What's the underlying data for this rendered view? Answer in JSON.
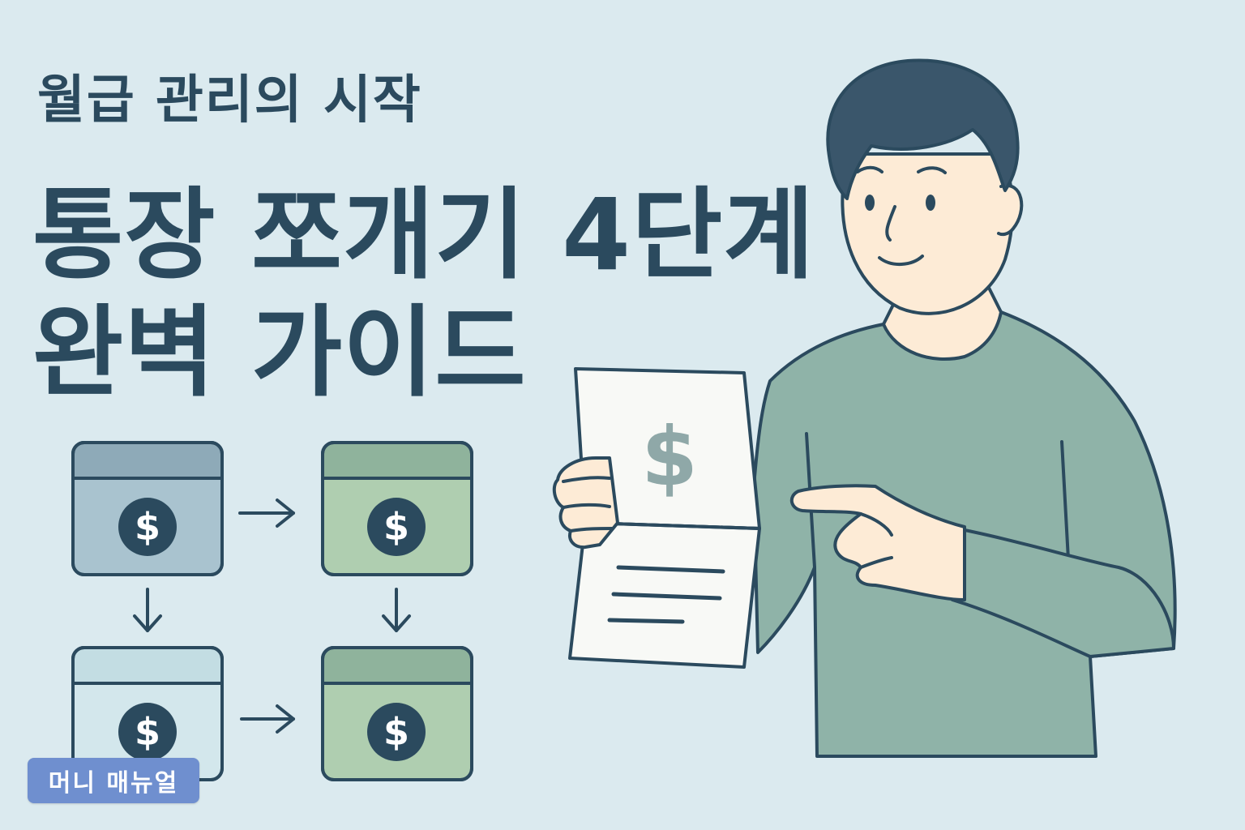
{
  "header": {
    "subtitle": "월급 관리의 시작",
    "title_line1": "통장 쪼개기 4단계",
    "title_line2": "완벽 가이드"
  },
  "flow": {
    "currency_symbol": "$",
    "accounts": [
      {
        "position": "top-left",
        "header_color": "#8eaab8",
        "body_color": "#a9c3cf"
      },
      {
        "position": "top-right",
        "header_color": "#8fb39c",
        "body_color": "#afceb0"
      },
      {
        "position": "bottom-left",
        "header_color": "#c3dde3",
        "body_color": "#d3e7ec"
      },
      {
        "position": "bottom-right",
        "header_color": "#8fb39c",
        "body_color": "#afceb0"
      }
    ],
    "arrow_icon": "arrow-icon"
  },
  "illustration": {
    "document_symbol": "$",
    "shirt_color": "#8fb3a8",
    "skin_color": "#fdebd6",
    "hair_color": "#3a566b"
  },
  "brand": {
    "label": "머니 매뉴얼",
    "color": "#6f8fcf"
  },
  "colors": {
    "background": "#dbeaef",
    "text": "#2b4a5e",
    "outline": "#2b4a5e"
  }
}
